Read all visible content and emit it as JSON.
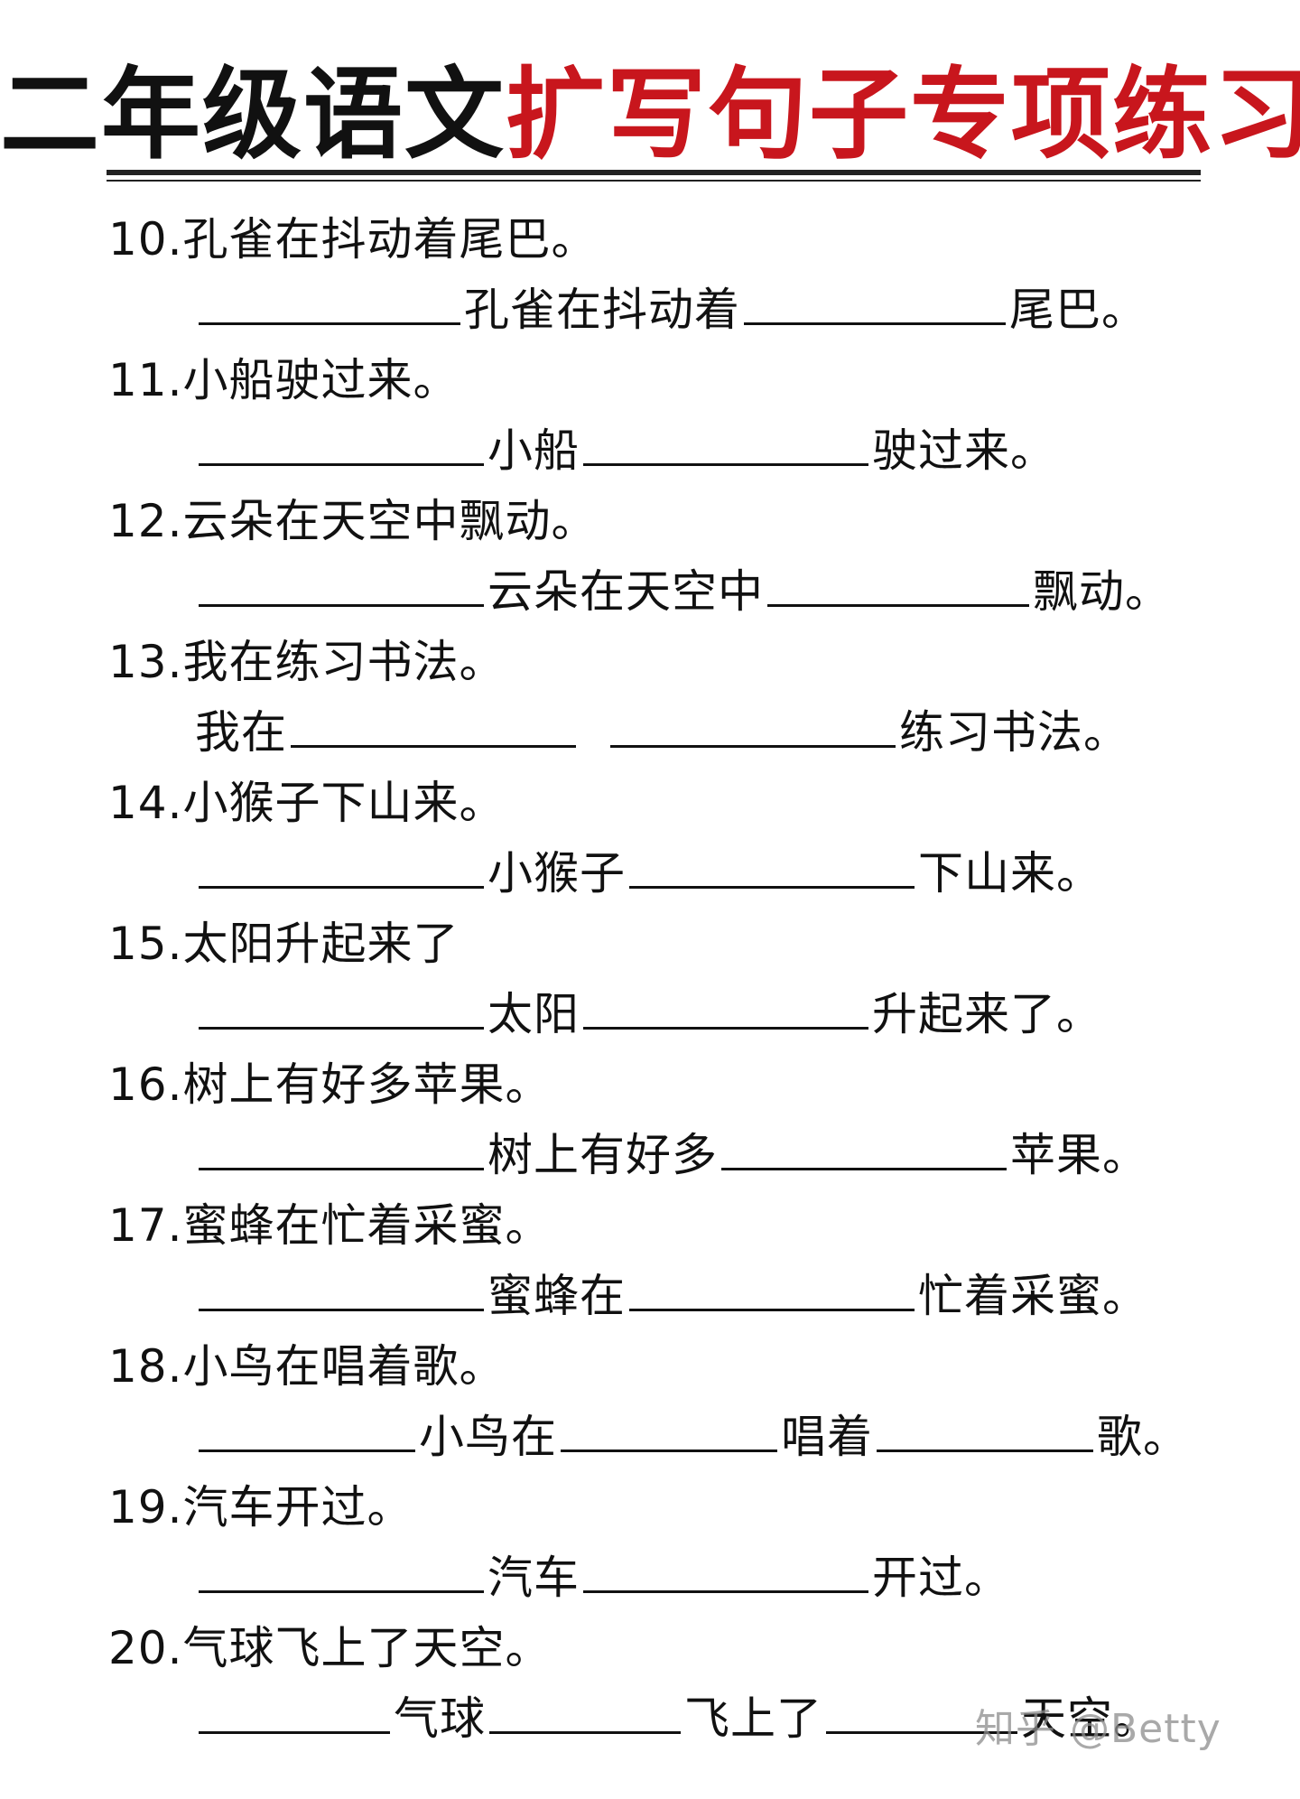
{
  "title": {
    "black_part": "二年级语文",
    "red_part": "扩写句子专项练习",
    "red_color": "#c8161d"
  },
  "items": [
    {
      "q": "10.孔雀在抖动着尾巴。",
      "parts": [
        "孔雀在抖动着",
        "尾巴。"
      ]
    },
    {
      "q": "11.小船驶过来。",
      "parts": [
        "小船",
        "驶过来。"
      ]
    },
    {
      "q": "12.云朵在天空中飘动。",
      "parts": [
        "云朵在天空中",
        "飘动。"
      ]
    },
    {
      "q": "13.我在练习书法。",
      "parts": [
        "我在",
        "练习书法。"
      ]
    },
    {
      "q": "14.小猴子下山来。",
      "parts": [
        "小猴子",
        "下山来。"
      ]
    },
    {
      "q": "15.太阳升起来了",
      "parts": [
        "太阳",
        "升起来了。"
      ]
    },
    {
      "q": "16.树上有好多苹果。",
      "parts": [
        "树上有好多",
        "苹果。"
      ]
    },
    {
      "q": "17.蜜蜂在忙着采蜜。",
      "parts": [
        "蜜蜂在",
        "忙着采蜜。"
      ]
    },
    {
      "q": "18.小鸟在唱着歌。",
      "parts": [
        "小鸟在",
        "唱着",
        "歌。"
      ]
    },
    {
      "q": "19.汽车开过。",
      "parts": [
        "汽车",
        "开过。"
      ]
    },
    {
      "q": "20.气球飞上了天空。",
      "parts": [
        "气球",
        "飞上了",
        "天空。"
      ]
    }
  ],
  "watermark": "知乎 @Betty"
}
